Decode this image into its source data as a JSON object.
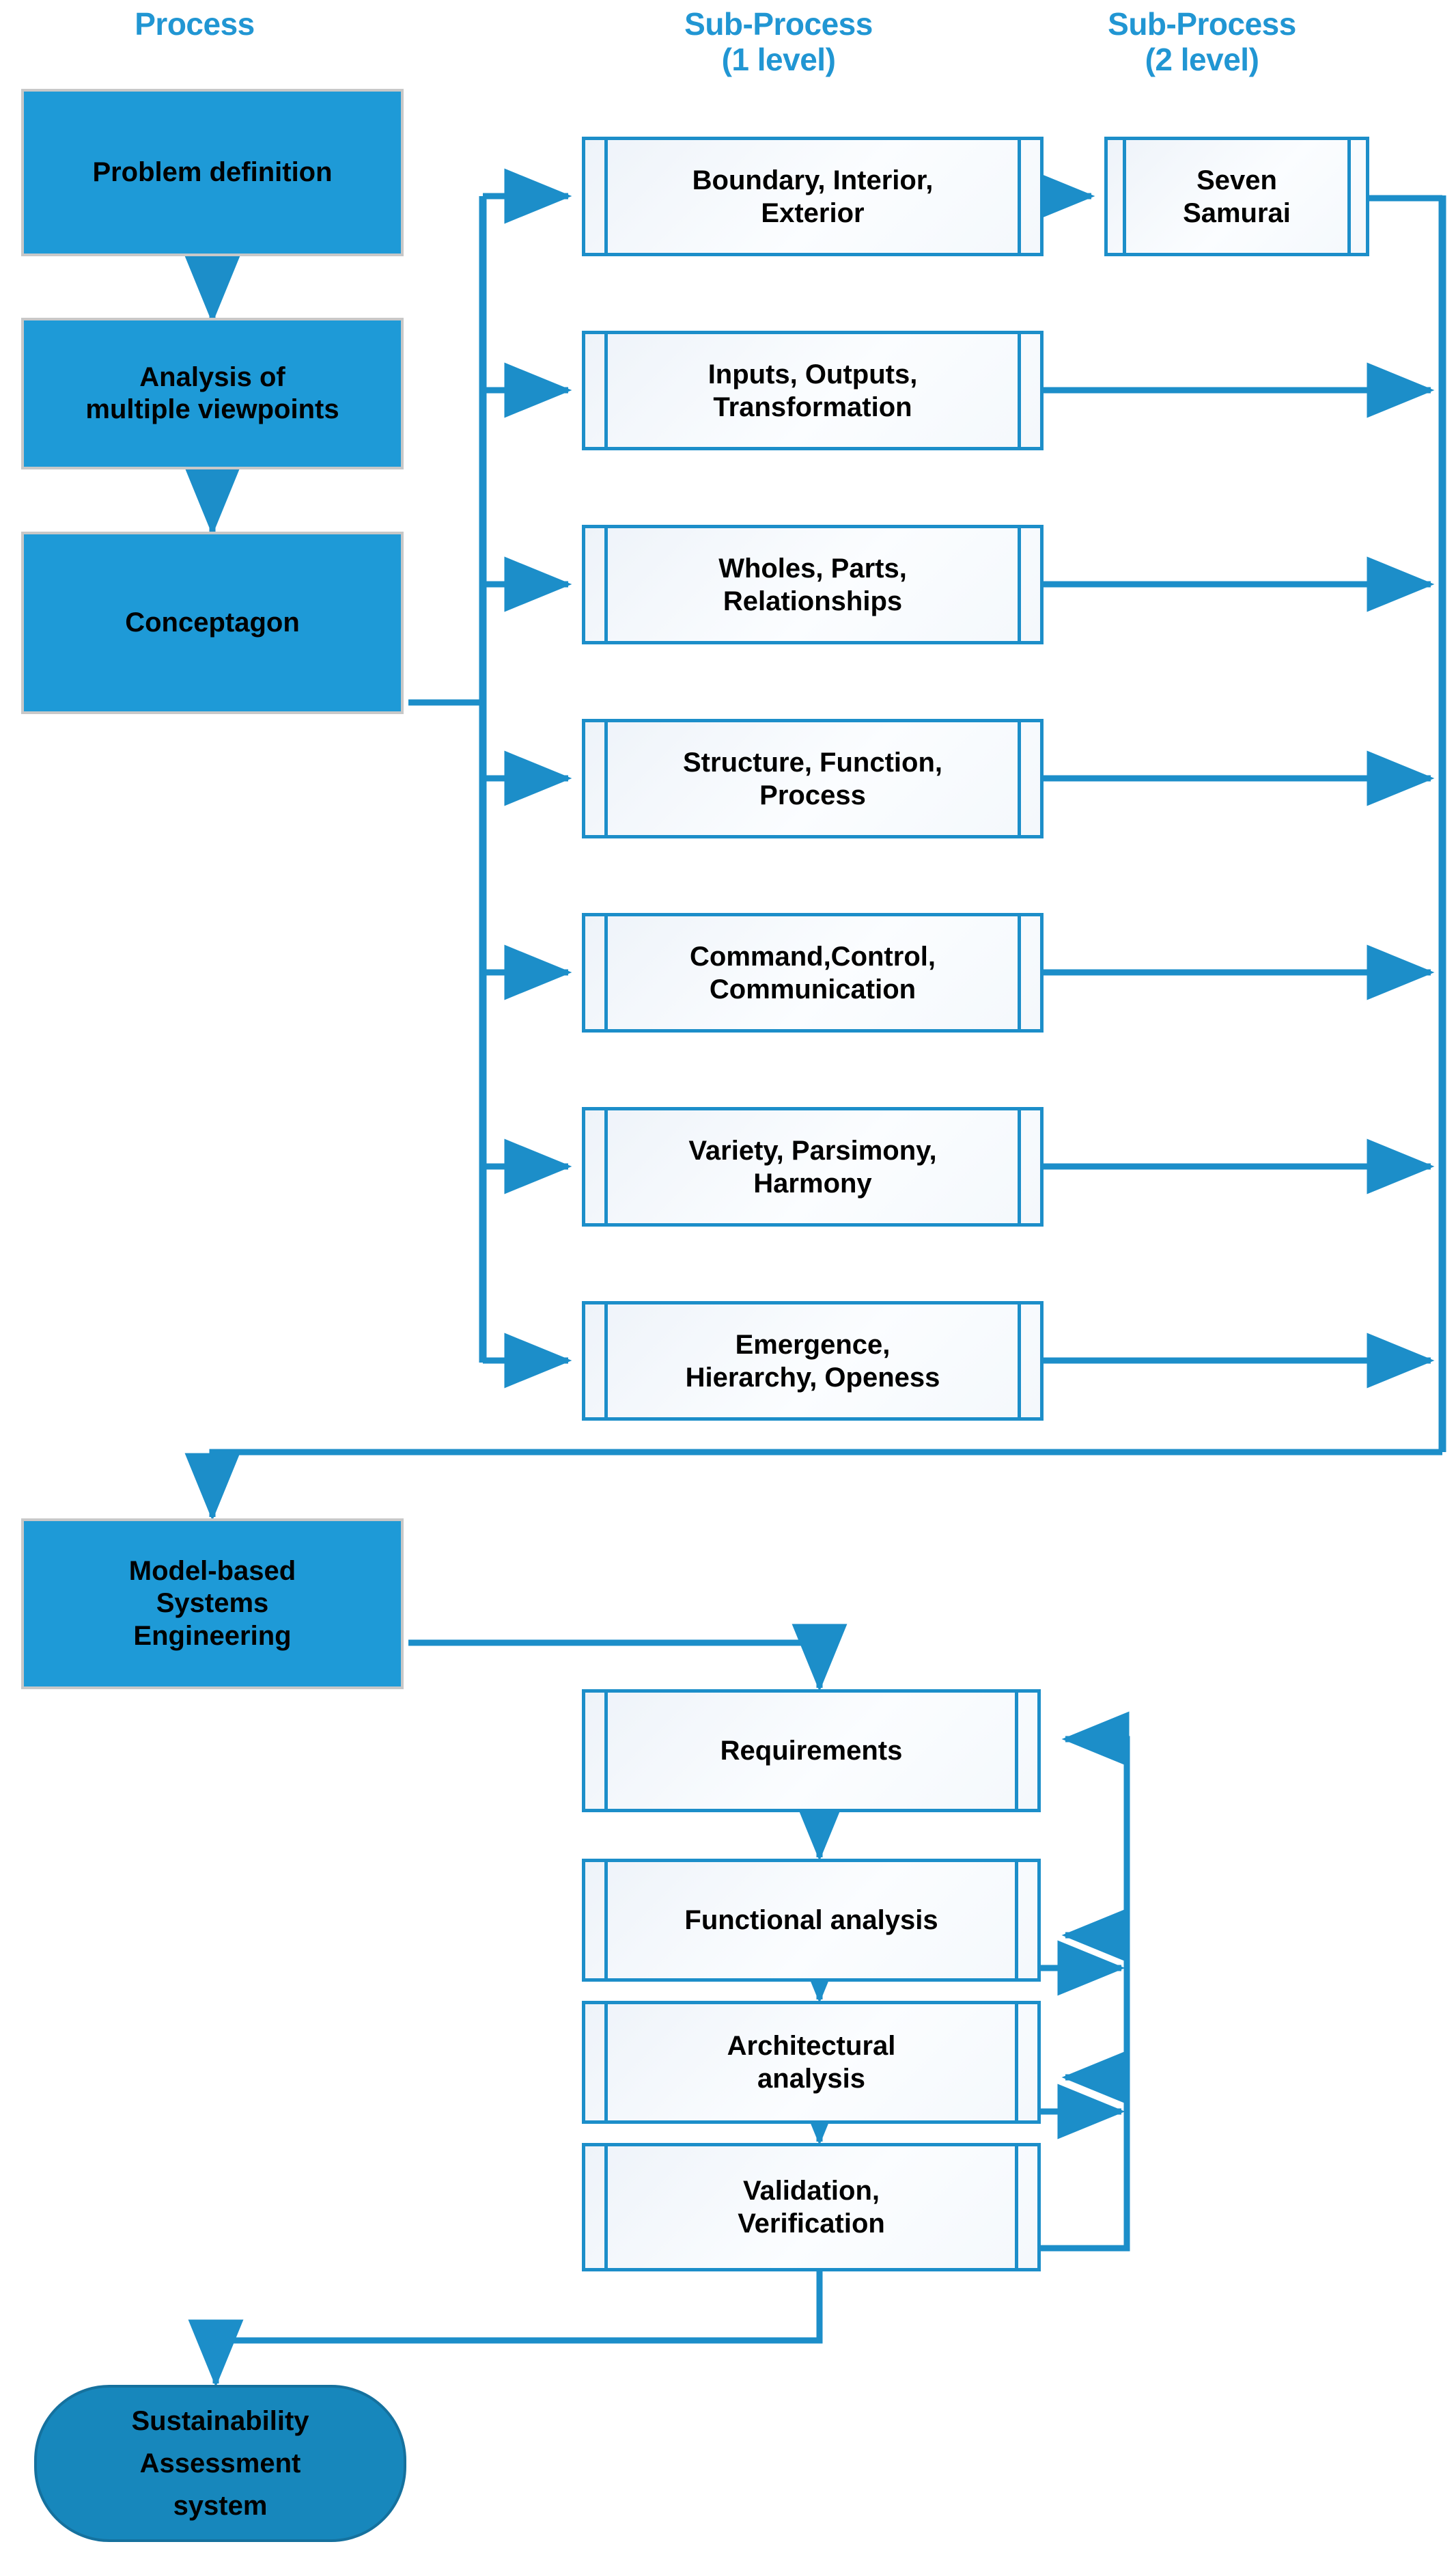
{
  "columns": [
    {
      "id": "process",
      "label": "Process"
    },
    {
      "id": "subprocess1",
      "label_line1": "Sub-Process",
      "label_line2": "(1 level)"
    },
    {
      "id": "subprocess2",
      "label_line1": "Sub-Process",
      "label_line2": "(2 level)"
    }
  ],
  "process_column": {
    "boxes": [
      {
        "id": "problem-definition",
        "lines": [
          "Problem definition"
        ]
      },
      {
        "id": "analysis-of-viewpoints",
        "lines": [
          "Analysis of",
          "multiple viewpoints"
        ]
      },
      {
        "id": "conceptagon",
        "lines": [
          "Conceptagon"
        ]
      },
      {
        "id": "model-based-systems-engineering",
        "lines": [
          "Model-based",
          "Systems",
          "Engineering"
        ]
      }
    ],
    "terminator": {
      "id": "sustainability-assessment-system",
      "lines": [
        "Sustainability",
        "Assessment",
        "system"
      ]
    }
  },
  "subprocess_level1": {
    "boxes": [
      {
        "id": "boundary-interior-exterior",
        "lines": [
          "Boundary, Interior,",
          "Exterior"
        ]
      },
      {
        "id": "inputs-outputs-transformation",
        "lines": [
          "Inputs, Outputs,",
          "Transformation"
        ]
      },
      {
        "id": "wholes-parts-relationships",
        "lines": [
          "Wholes, Parts,",
          "Relationships"
        ]
      },
      {
        "id": "structure-function-process",
        "lines": [
          "Structure, Function,",
          "Process"
        ]
      },
      {
        "id": "command-control-communication",
        "lines": [
          "Command,Control,",
          "Communication"
        ]
      },
      {
        "id": "variety-parsimony-harmony",
        "lines": [
          "Variety, Parsimony,",
          "Harmony"
        ]
      },
      {
        "id": "emergence-hierarchy-openess",
        "lines": [
          "Emergence,",
          "Hierarchy, Openess"
        ]
      }
    ]
  },
  "subprocess_level2": {
    "boxes": [
      {
        "id": "seven-samurai",
        "lines": [
          "Seven",
          "Samurai"
        ]
      }
    ]
  },
  "mbse_stages": {
    "boxes": [
      {
        "id": "requirements",
        "lines": [
          "Requirements"
        ]
      },
      {
        "id": "functional-analysis",
        "lines": [
          "Functional analysis"
        ]
      },
      {
        "id": "architectural-analysis",
        "lines": [
          "Architectural",
          "analysis"
        ]
      },
      {
        "id": "validation-verification",
        "lines": [
          "Validation,",
          "Verification"
        ]
      }
    ]
  },
  "colors": {
    "accent_blue": "#1E9AD7",
    "connector_blue": "#1C8EC9",
    "heading_blue": "#2196D3",
    "terminator_blue": "#1787BC",
    "box_border_gray": "#C8C8C8",
    "text_black": "#000000",
    "subprocess_fill": "#F4F8FC"
  }
}
